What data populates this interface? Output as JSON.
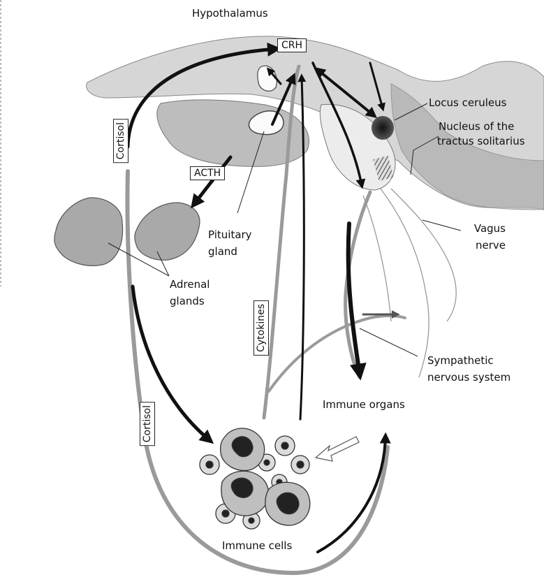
{
  "labels": {
    "hypothalamus": "Hypothalamus",
    "crh": "CRH",
    "cortisol_upper": "Cortisol",
    "cortisol_lower": "Cortisol",
    "acth": "ACTH",
    "locus_ceruleus": "Locus ceruleus",
    "nucleus_line1": "Nucleus of the",
    "nucleus_line2": "tractus solitarius",
    "vagus_line1": "Vagus",
    "vagus_line2": "nerve",
    "pituitary_line1": "Pituitary",
    "pituitary_line2": "gland",
    "adrenal_line1": "Adrenal",
    "adrenal_line2": "glands",
    "cytokines": "Cytokines",
    "sympathetic_line1": "Sympathetic",
    "sympathetic_line2": "nervous system",
    "immune_organs": "Immune organs",
    "immune_cells": "Immune cells"
  },
  "colors": {
    "tissue": "#c8c8c8",
    "tissue_dark": "#8a8a8a",
    "arrow": "#111111",
    "pathway": "#9a9a9a"
  }
}
